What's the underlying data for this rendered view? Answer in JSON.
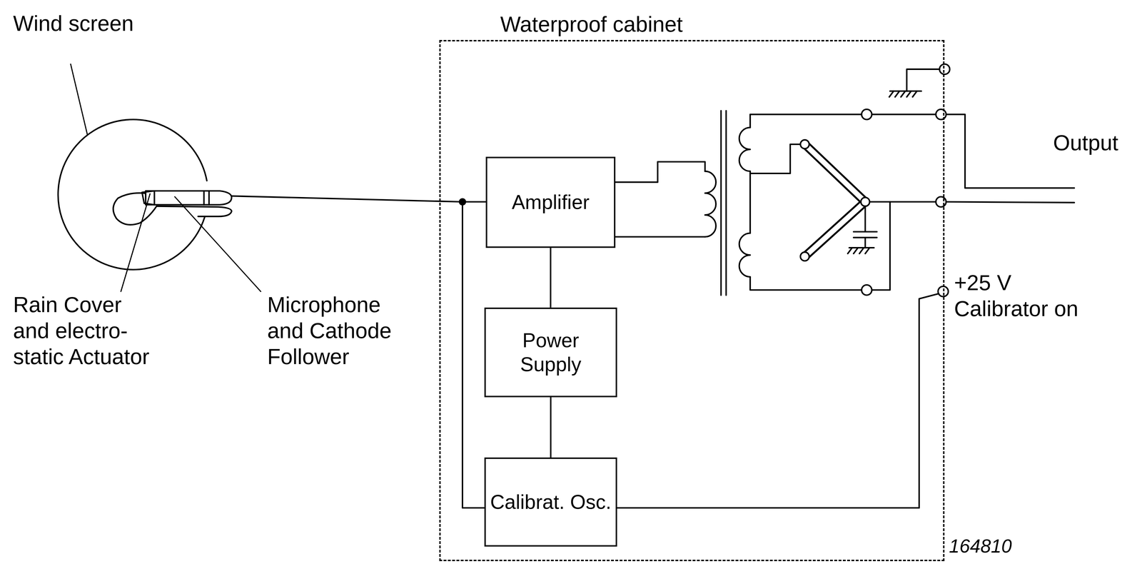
{
  "diagram": {
    "nodes": [
      {
        "text": [
          "Waterproof cabinet"
        ]
      },
      {
        "text": [
          "Amplifier"
        ],
        "in": 0
      },
      {
        "text": [
          "Power Supply"
        ],
        "in": 0
      },
      {
        "text": [
          "Calibrat. Osc."
        ],
        "in": 0
      }
    ],
    "edges": [
      {
        "from": 1,
        "to": 2,
        "arrow": "none"
      },
      {
        "from": 2,
        "to": 3,
        "arrow": "none"
      },
      {
        "from": 3,
        "to": 1,
        "arrow": "none"
      }
    ],
    "labels": [
      "Wind screen",
      "Rain Cover and electro- static Actuator",
      "Microphone and Cathode Follower",
      "Output",
      "+25 V Calibrator on",
      "164810"
    ]
  }
}
